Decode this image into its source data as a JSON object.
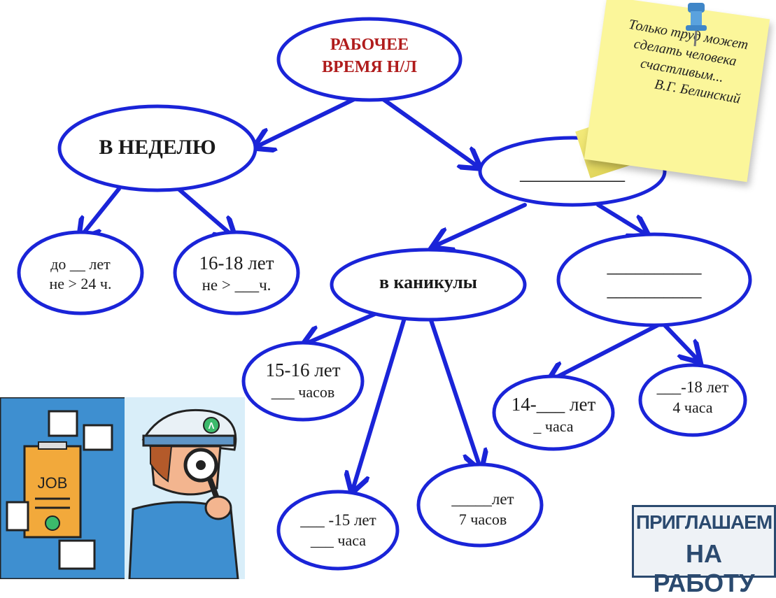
{
  "diagram": {
    "root": {
      "line1": "РАБОЧЕЕ",
      "line2": "ВРЕМЯ Н/Л"
    },
    "week": {
      "label": "В НЕДЕЛЮ"
    },
    "period_blank": {
      "label": "__________"
    },
    "age_under": {
      "line1": "до __ лет",
      "line2": "не > 24 ч."
    },
    "age_16_18": {
      "line1": "16-18 лет",
      "line2": "не > ___ч."
    },
    "holidays": {
      "label": "в каникулы"
    },
    "school_year_blank": {
      "line1": "__________",
      "line2": "__________"
    },
    "h_15_16": {
      "line1": "15-16 лет",
      "line2": "___ часов"
    },
    "h_15": {
      "line1": "___ -15 лет",
      "line2": "___ часа"
    },
    "h_7hours": {
      "line1": "_____лет",
      "line2": "7 часов"
    },
    "s_14": {
      "line1": "14-___ лет",
      "line2": "_ часа"
    },
    "s_18": {
      "line1": "___-18 лет",
      "line2": "4 часа"
    }
  },
  "note": {
    "line1": "Только труд может",
    "line2": "сделать человека",
    "line3": "счастливым...",
    "author": "В.Г. Белинский"
  },
  "illustration": {
    "job_label": "JOB",
    "badge_letter": "Λ"
  },
  "stamp": {
    "line1": "ПРИГЛАШАЕМ",
    "line2": "НА РАБОТУ"
  },
  "colors": {
    "accent": "#1a24d8",
    "root_text": "#b01c1c",
    "note": "#fbf69a"
  },
  "icons": [
    "pushpin-icon",
    "magnifier-icon"
  ]
}
